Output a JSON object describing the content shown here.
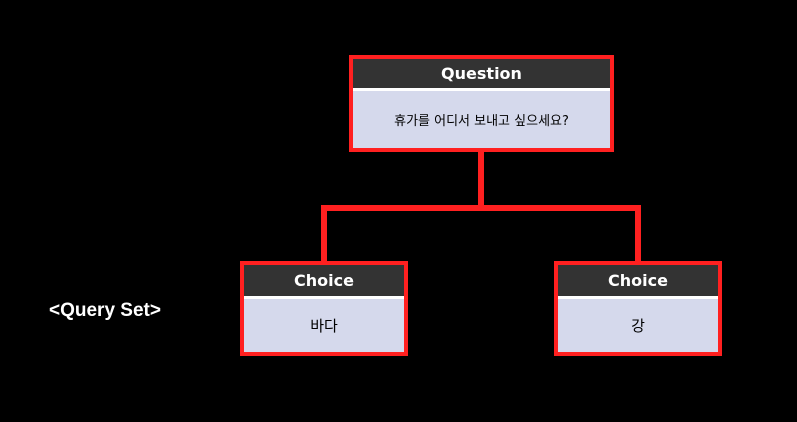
{
  "diagram": {
    "side_label": "<Query Set>",
    "question": {
      "header": "Question",
      "text": "휴가를 어디서 보내고 싶으세요?"
    },
    "choices": [
      {
        "header": "Choice",
        "text": "바다"
      },
      {
        "header": "Choice",
        "text": "강"
      }
    ]
  },
  "colors": {
    "background": "#000000",
    "border": "#ff2020",
    "header_bg": "#333333",
    "body_bg": "#d5d9ec",
    "connector": "#ff2020"
  }
}
